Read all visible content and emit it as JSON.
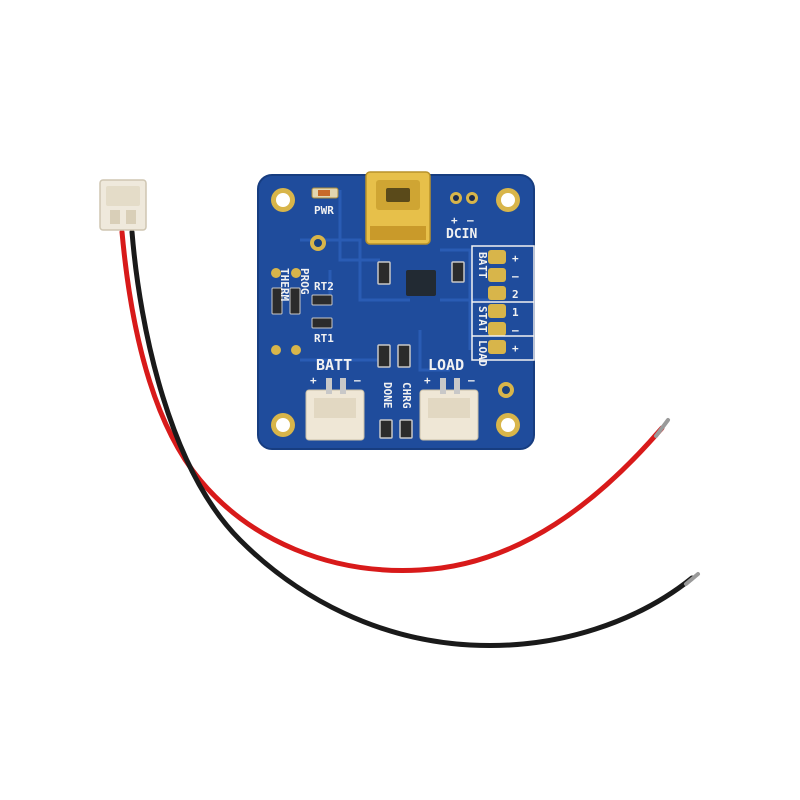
{
  "board": {
    "labels": {
      "pwr": "PWR",
      "dcin": "DCIN",
      "dc_plus": "+",
      "dc_minus": "–",
      "therm": "THERM",
      "prog": "PROG",
      "rt2": "RT2",
      "rt1": "RT1",
      "batt_conn": "BATT",
      "load_conn": "LOAD",
      "done": "DONE",
      "chrg": "CHRG",
      "batt_header": "BATT",
      "stat_header": "STAT",
      "load_header": "LOAD",
      "pin_plus_1": "+",
      "pin_minus_1": "–",
      "pin_2": "2",
      "pin_1": "1",
      "pin_minus_2": "–",
      "pin_plus_2": "+",
      "batt_plus": "+",
      "batt_minus": "–",
      "load_plus": "+",
      "load_minus": "–"
    },
    "colors": {
      "pcb": "#1f4c9c",
      "pcb_edge": "#173d80",
      "trace": "#2a5cb4",
      "silkscreen": "#f2f2f2",
      "gold": "#d8b54a",
      "usb": "#e7c04a",
      "connector": "#efe7d6",
      "wire_red": "#d81a1a",
      "wire_black": "#1a1a1a"
    }
  }
}
